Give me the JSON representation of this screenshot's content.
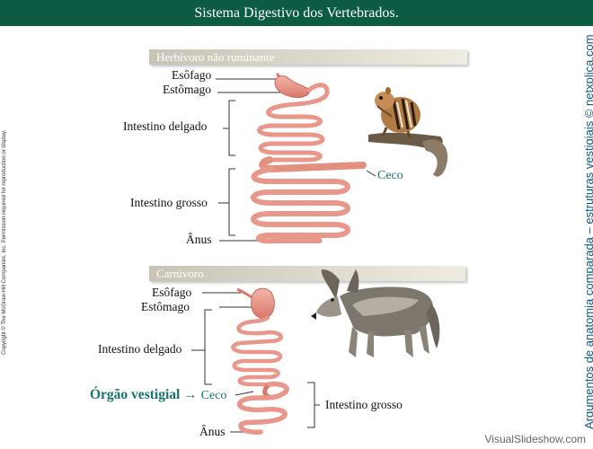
{
  "title": "Sistema Digestivo dos Vertebrados.",
  "side_left_text": "Copyright © The McGraw-Hill Companies, Inc. Permission required for reproduction or display.",
  "side_right_text": "Argumentos de anatomia comparada – estruturas vestigiais © netxplica.com",
  "watermark": "VisualSlideshow.com",
  "sections": {
    "herbivore": {
      "title": "Herbívoro não ruminante",
      "labels": {
        "esophagus": "Esôfago",
        "stomach": "Estômago",
        "small_intestine": "Intestino delgado",
        "large_intestine": "Intestino grosso",
        "anus": "Ânus",
        "cecum": "Ceco"
      }
    },
    "carnivore": {
      "title": "Carnívoro",
      "labels": {
        "esophagus": "Esôfago",
        "stomach": "Estômago",
        "small_intestine": "Intestino delgado",
        "vestigial_prefix": "Órgão vestigial →",
        "cecum": "Ceco",
        "large_intestine": "Intestino grosso",
        "anus": "Ânus"
      }
    }
  },
  "colors": {
    "title_bar": "#0c5b45",
    "intestine": "#e8978a",
    "intestine_dark": "#c8655a",
    "vestigial_text": "#16746b",
    "cecum_text": "#1d6f74",
    "side_right_text": "#0d5a85"
  },
  "icons": {
    "herbivore_animal": "chipmunk-illustration",
    "carnivore_animal": "wolf-illustration"
  }
}
